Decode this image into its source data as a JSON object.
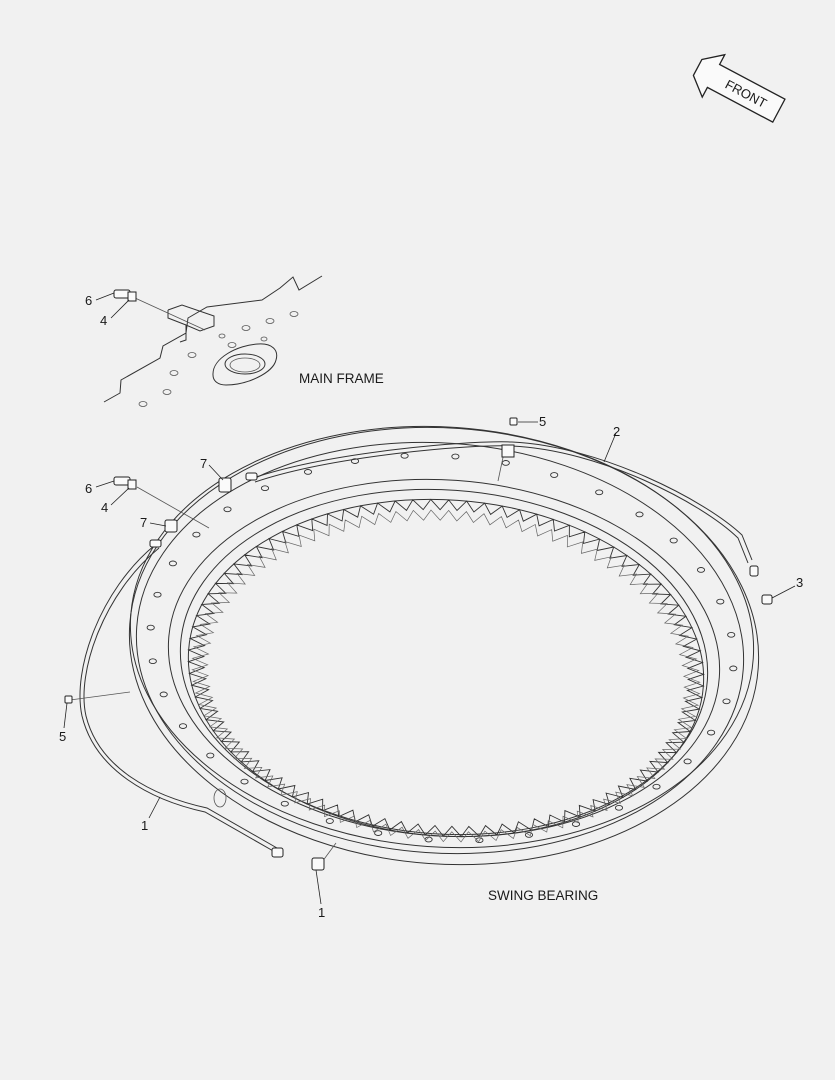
{
  "diagram": {
    "front_arrow_text": "FRONT",
    "captions": {
      "main_frame": "MAIN FRAME",
      "swing_bearing": "SWING BEARING"
    },
    "callouts": [
      {
        "id": "c6a",
        "text": "6"
      },
      {
        "id": "c4a",
        "text": "4"
      },
      {
        "id": "c5a",
        "text": "5"
      },
      {
        "id": "c2",
        "text": "2"
      },
      {
        "id": "c7a",
        "text": "7"
      },
      {
        "id": "c6b",
        "text": "6"
      },
      {
        "id": "c4b",
        "text": "4"
      },
      {
        "id": "c7b",
        "text": "7"
      },
      {
        "id": "c3",
        "text": "3"
      },
      {
        "id": "c5b",
        "text": "5"
      },
      {
        "id": "c1a",
        "text": "1"
      },
      {
        "id": "c1b",
        "text": "1"
      }
    ]
  }
}
